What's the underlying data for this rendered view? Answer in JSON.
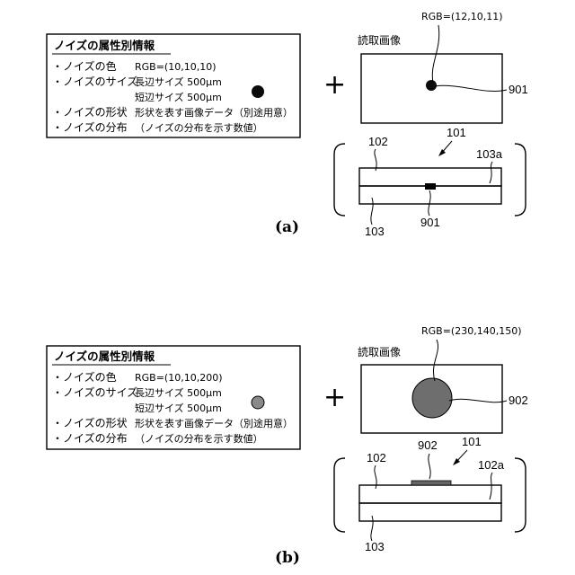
{
  "panels": [
    {
      "label": "(a)",
      "info_box": {
        "title": "ノイズの属性別情報",
        "rows": [
          {
            "key": "・ノイズの色",
            "value": "RGB=(10,10,10)"
          },
          {
            "key": "・ノイズのサイズ",
            "value": "長辺サイズ 500μm"
          },
          {
            "key": "",
            "value": "短辺サイズ 500μm"
          },
          {
            "key": "・ノイズの形状",
            "value": "形状を表す画像データ（別途用意）"
          },
          {
            "key": "・ノイズの分布",
            "value": "（ノイズの分布を示す数値）"
          }
        ],
        "sample_color": "#0a0a0a"
      },
      "plus": "+",
      "read_image": {
        "label": "読取画像",
        "rgb_label": "RGB=(12,10,11)",
        "noise_ref": "901",
        "noise_color": "#0c0a0b"
      },
      "cross_section": {
        "ref_top": "102",
        "ref_arrow": "101",
        "ref_side": "103a",
        "ref_bottom": "103",
        "ref_noise": "901"
      }
    },
    {
      "label": "(b)",
      "info_box": {
        "title": "ノイズの属性別情報",
        "rows": [
          {
            "key": "・ノイズの色",
            "value": "RGB=(10,10,200)"
          },
          {
            "key": "・ノイズのサイズ",
            "value": "長辺サイズ 500μm"
          },
          {
            "key": "",
            "value": "短辺サイズ 500μm"
          },
          {
            "key": "・ノイズの形状",
            "value": "形状を表す画像データ（別途用意）"
          },
          {
            "key": "・ノイズの分布",
            "value": "（ノイズの分布を示す数値）"
          }
        ],
        "sample_color": "#8a8a8a"
      },
      "plus": "+",
      "read_image": {
        "label": "読取画像",
        "rgb_label": "RGB=(230,140,150)",
        "noise_ref": "902",
        "noise_color": "#6e6e6e"
      },
      "cross_section": {
        "ref_top": "102",
        "ref_arrow": "101",
        "ref_side": "102a",
        "ref_bottom": "103",
        "ref_noise": "902"
      }
    }
  ]
}
